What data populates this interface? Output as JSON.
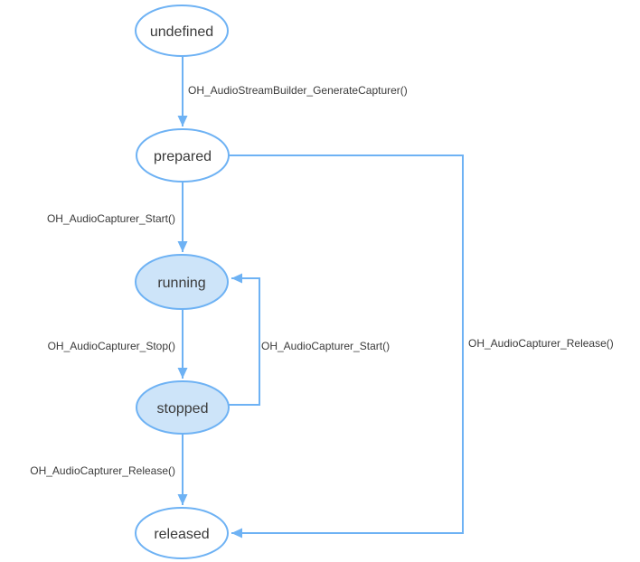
{
  "diagram_type": "state-transition-diagram",
  "colors": {
    "stroke": "#6eb2f4",
    "fill_active": "#cde4f9",
    "fill_default": "#ffffff",
    "text": "#3a3a3a"
  },
  "states": [
    {
      "id": "undefined",
      "label": "undefined",
      "filled": false
    },
    {
      "id": "prepared",
      "label": "prepared",
      "filled": false
    },
    {
      "id": "running",
      "label": "running",
      "filled": true
    },
    {
      "id": "stopped",
      "label": "stopped",
      "filled": true
    },
    {
      "id": "released",
      "label": "released",
      "filled": false
    }
  ],
  "transitions": [
    {
      "from": "undefined",
      "to": "prepared",
      "label": "OH_AudioStreamBuilder_GenerateCapturer()"
    },
    {
      "from": "prepared",
      "to": "running",
      "label": "OH_AudioCapturer_Start()"
    },
    {
      "from": "running",
      "to": "stopped",
      "label": "OH_AudioCapturer_Stop()"
    },
    {
      "from": "stopped",
      "to": "running",
      "label": "OH_AudioCapturer_Start()"
    },
    {
      "from": "prepared",
      "to": "released",
      "label": "OH_AudioCapturer_Release()"
    },
    {
      "from": "stopped",
      "to": "released",
      "label": "OH_AudioCapturer_Release()"
    }
  ]
}
